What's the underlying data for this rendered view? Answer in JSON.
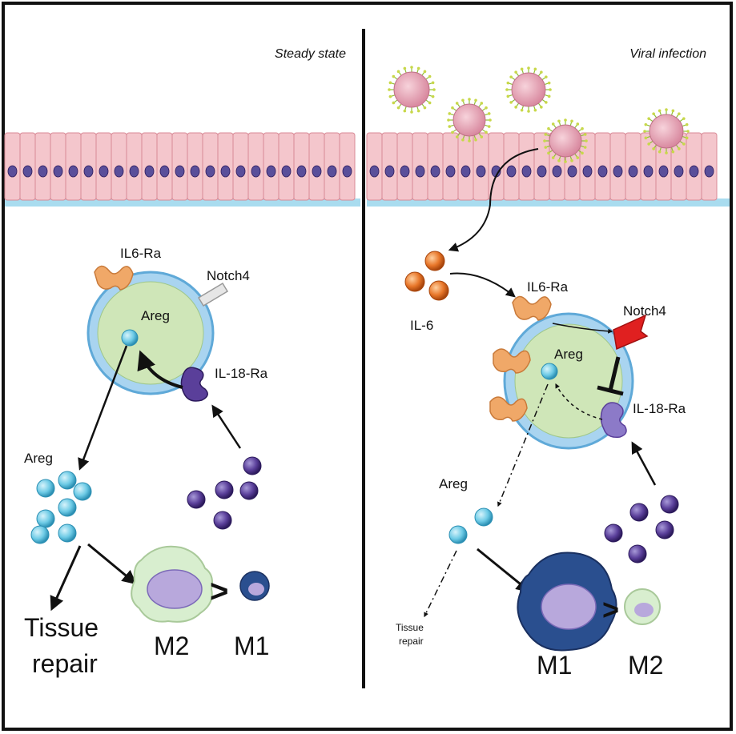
{
  "panels": {
    "left": {
      "title": "Steady state",
      "receptors": {
        "il6": "IL6-Ra",
        "notch": "Notch4",
        "il18": "IL-18-Ra"
      },
      "cell_label": "Areg",
      "secreted_label": "Areg",
      "outcome_tissue_line1": "Tissue",
      "outcome_tissue_line2": "repair",
      "macrophage_big": "M2",
      "macrophage_small": "M1",
      "compare_symbol": ">"
    },
    "right": {
      "title": "Viral infection",
      "cytokine_label": "IL-6",
      "receptors": {
        "il6": "IL6-Ra",
        "notch": "Notch4",
        "il18": "IL-18-Ra"
      },
      "cell_label": "Areg",
      "secreted_label": "Areg",
      "outcome_tissue_line1": "Tissue",
      "outcome_tissue_line2": "repair",
      "macrophage_big": "M1",
      "macrophage_small": "M2",
      "compare_symbol": ">"
    }
  },
  "colors": {
    "epithelium": "#f4c6cc",
    "nucleus": "#5a4f9a",
    "cell_body": "#cfe6b8",
    "cell_membrane": "#8fc3e8",
    "areg": "#6ecbe6",
    "il18": "#5a3f9a",
    "il6": "#e8772a",
    "receptor_il6": "#f0a868",
    "notch_active": "#e02020",
    "virus": "#e8a0b0",
    "m1": "#2a4f8f",
    "m2": "#d8eecf"
  }
}
